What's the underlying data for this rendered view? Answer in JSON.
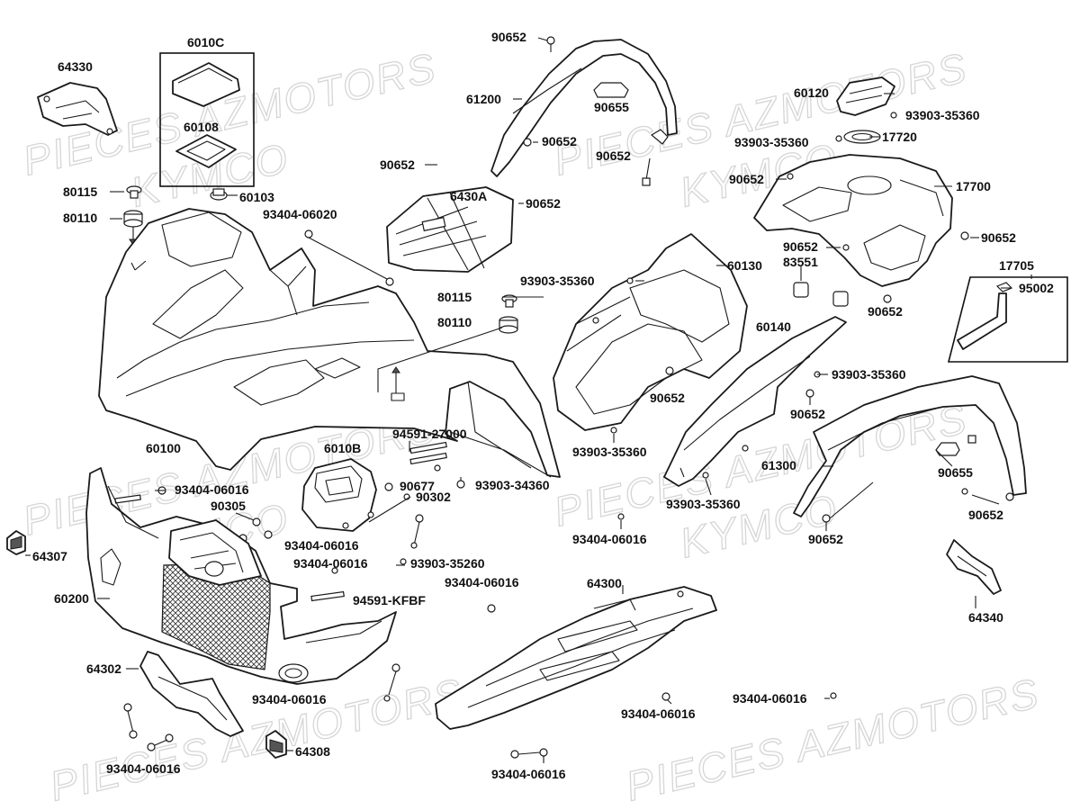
{
  "watermark": {
    "line1": "PIECES AZMOTORS",
    "line2": "KYMCO"
  },
  "labels": {
    "p64330": "64330",
    "p6010C": "6010C",
    "p60108": "60108",
    "p80115a": "80115",
    "p60103": "60103",
    "p80110a": "80110",
    "p93404_06020": "93404-06020",
    "p90652_top": "90652",
    "p61200": "61200",
    "p90655_top": "90655",
    "p90652_b": "90652",
    "p90652_c": "90652",
    "p90652_d": "90652",
    "p6430A": "6430A",
    "p90652_e": "90652",
    "p60120": "60120",
    "p93903_35360_a": "93903-35360",
    "p93903_35360_b": "93903-35360",
    "p17720": "17720",
    "p90652_f": "90652",
    "p17700": "17700",
    "p90652_g": "90652",
    "p90652_h": "90652",
    "p83551": "83551",
    "p90652_i": "90652",
    "p17705": "17705",
    "p95002": "95002",
    "p93903_35360_c": "93903-35360",
    "p60130": "60130",
    "p80115b": "80115",
    "p80110b": "80110",
    "p60140": "60140",
    "p93903_35360_d": "93903-35360",
    "p90652_j": "90652",
    "p90652_k": "90652",
    "p60100": "60100",
    "p94591_27000": "94591-27000",
    "p6010B": "6010B",
    "p93903_35360_e": "93903-35360",
    "p90677": "90677",
    "p93903_34360": "93903-34360",
    "p90302": "90302",
    "p93404_06016_a": "93404-06016",
    "p90305": "90305",
    "p93404_06016_b": "93404-06016",
    "p93404_06016_c": "93404-06016",
    "p93903_35260": "93903-35260",
    "p93404_06016_d": "93404-06016",
    "p93404_06016_e": "93404-06016",
    "p61300": "61300",
    "p90655_b": "90655",
    "p93903_35360_f": "93903-35360",
    "p90652_l": "90652",
    "p90652_m": "90652",
    "p64307": "64307",
    "p60200": "60200",
    "p94591_KFBF": "94591-KFBF",
    "p64300": "64300",
    "p64340": "64340",
    "p64302": "64302",
    "p93404_06016_f": "93404-06016",
    "p93404_06016_g": "93404-06016",
    "p93404_06016_h": "93404-06016",
    "p64308": "64308",
    "p93404_06016_i": "93404-06016",
    "p93404_06016_j": "93404-06016"
  }
}
